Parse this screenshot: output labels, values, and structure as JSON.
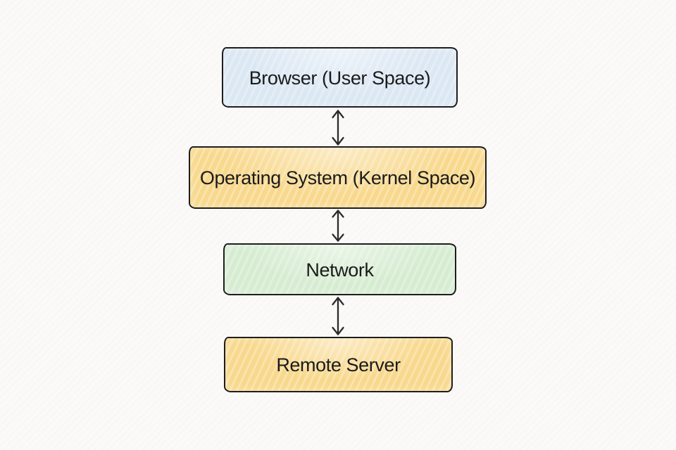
{
  "diagram": {
    "description": "Layered communication stack between a browser and a remote server",
    "nodes": [
      {
        "id": "browser",
        "label": "Browser (User Space)",
        "fill": "#dbe7f3"
      },
      {
        "id": "os",
        "label": "Operating System (Kernel Space)",
        "fill": "#f8d88c"
      },
      {
        "id": "network",
        "label": "Network",
        "fill": "#d6ecd1"
      },
      {
        "id": "server",
        "label": "Remote Server",
        "fill": "#f8d88c"
      }
    ],
    "connectors": [
      {
        "from": "browser",
        "to": "os",
        "type": "double-headed-arrow"
      },
      {
        "from": "os",
        "to": "network",
        "type": "double-headed-arrow"
      },
      {
        "from": "network",
        "to": "server",
        "type": "double-headed-arrow"
      }
    ],
    "colors": {
      "stroke": "#1e1e1e",
      "arrow": "#2b2b2b",
      "text": "#1b1b1b",
      "background": "#fbfaf9"
    }
  }
}
